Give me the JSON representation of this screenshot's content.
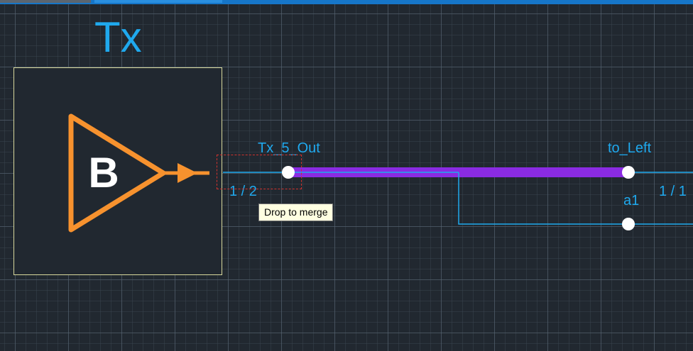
{
  "block": {
    "title": "Tx",
    "symbol_letter": "B",
    "symbol_icon": "buffer-amplifier-icon",
    "colors": {
      "title": "#1fa9ee",
      "border": "#d8d89c",
      "symbol": "#f7922e",
      "letter": "#ffffff"
    }
  },
  "net": {
    "source_label": "Tx_5_Out",
    "source_port_label": "1 / 2",
    "target_top_label": "to_Left",
    "target_bottom_label": "a1",
    "target_ratio_label": "1 / 1",
    "colors": {
      "wire": "#1fa9ee",
      "highlight": "#8a2be2",
      "node": "#ffffff",
      "drop_box": "#d0322d"
    }
  },
  "tooltip": {
    "text": "Drop to merge"
  },
  "canvas": {
    "grid_color": "#5a6876",
    "background": "#212830",
    "topbar_color": "#1676c9"
  }
}
